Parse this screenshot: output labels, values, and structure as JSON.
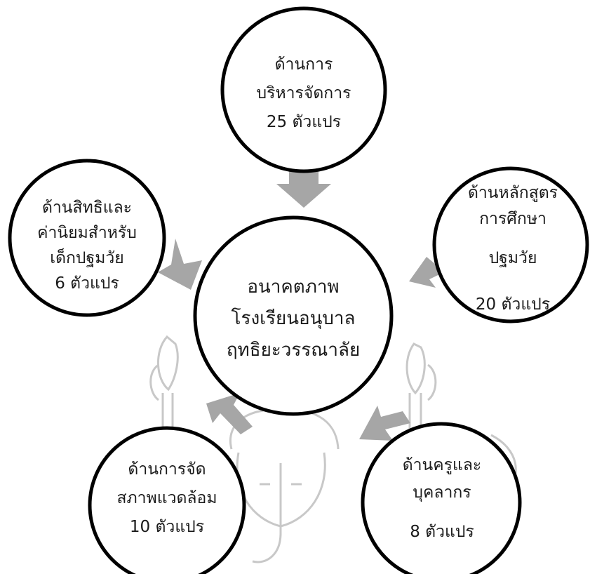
{
  "center": {
    "lines": [
      "อนาคตภาพ",
      "โรงเรียนอนุบาล",
      "ฤทธิยะวรรณาลัย"
    ]
  },
  "nodes": {
    "top": {
      "lines": [
        "ด้านการ",
        "บริหารจัดการ",
        "25 ตัวแปร"
      ]
    },
    "left": {
      "lines": [
        "ด้านสิทธิและ",
        "ค่านิยมสำหรับ",
        "เด็กปฐมวัย",
        "6 ตัวแปร"
      ]
    },
    "right": {
      "lines": [
        "ด้านหลักสูตร",
        "การศึกษา",
        "ปฐมวัย",
        "20 ตัวแปร"
      ]
    },
    "bottom_left": {
      "lines": [
        "ด้านการจัด",
        "สภาพแวดล้อม",
        "10 ตัวแปร"
      ]
    },
    "bottom_right": {
      "lines": [
        "ด้านครูและ",
        "บุคลากร",
        "8 ตัวแปร"
      ]
    }
  },
  "colors": {
    "circle_stroke": "#000000",
    "circle_fill": "#ffffff",
    "arrow": "#a6a6a6",
    "watermark": "#c8c8c8",
    "text": "#1a1a1a"
  }
}
